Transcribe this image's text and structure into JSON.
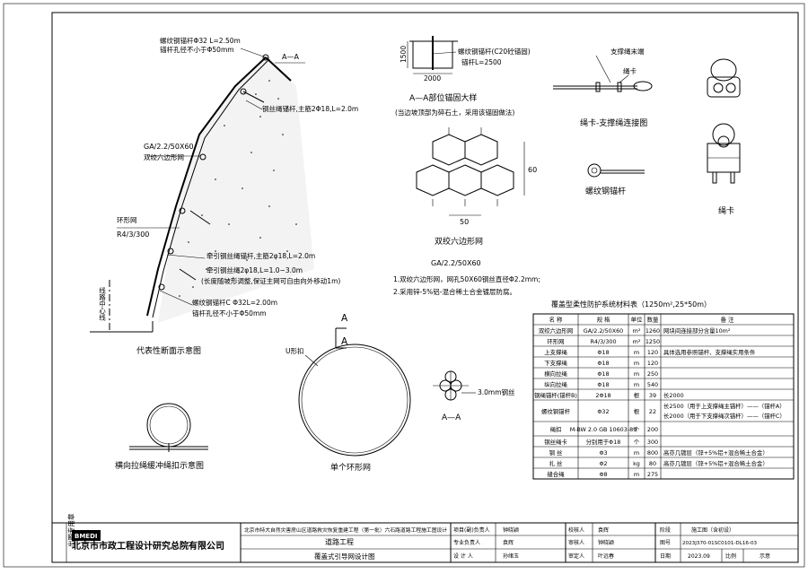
{
  "section": {
    "title": "代表性断面示意图",
    "anchor_top": "螺纹钢锚杆Φ32 L=2.50m",
    "anchor_top_hole": "锚杆孔径不小于Φ50mm",
    "aa_mark": "A—A",
    "rope_anchor": "钢丝绳锚杆,主筋2Φ18,L=2.0m",
    "net_spec": "GA/2.2/50X60",
    "net_name": "双绞六边形网",
    "ring_label": "环形网",
    "ring_spec": "R4/3/300",
    "pull_anchor1": "牵引钢丝绳锚杆,主筋2φ18,L=2.0m",
    "pull_anchor2": "牵引钢丝绳2φ18,L=1.0~3.0m",
    "pull_note": "(长度随坡形调整,保证主网可自由向外移动1m)",
    "anchor_c": "螺纹钢锚杆C Φ32L=2.00m",
    "anchor_c_hole": "锚杆孔径不小于Φ50mm",
    "road_center": "线路中心线"
  },
  "buffer": {
    "title": "横向拉绳缓冲绳扣示意图"
  },
  "ring": {
    "title": "单个环形网",
    "u_clip": "U形扣",
    "mark": "A",
    "aa": "A—A",
    "wire": "3.0mm钢丝"
  },
  "aa_detail": {
    "title": "A—A部位锚固大样",
    "note": "(当边坡顶部为碎石土，采用该锚固做法)",
    "dim_h": "1500",
    "dim_w": "2000",
    "label1": "螺纹钢锚杆(C20砼锚固)",
    "label2": "锚杆L=2500"
  },
  "hex": {
    "title": "双绞六边形网",
    "spec": "GA/2.2/50X60",
    "dim_w": "50",
    "dim_h": "60",
    "note1": "1.双绞六边形网，网孔50X60钢丝直径Φ2.2mm;",
    "note2": "2.采用锌-5%铝-混合稀土合金镀层防腐。"
  },
  "clamp": {
    "title": "绳卡-支撑绳连接图",
    "end": "支撑绳末端",
    "clip": "绳卡",
    "eye_bolt": "螺纹钢锚杆",
    "clamp_title": "绳卡"
  },
  "materials": {
    "title": "覆盖型柔性防护系统材料表（1250m²,25*50m）",
    "headers": [
      "名 称",
      "规 格",
      "单位",
      "数量",
      "备 注"
    ],
    "rows": [
      [
        "双绞六边形网",
        "GA/2.2/50X60",
        "m²",
        "1260",
        "网块间连接部分含量10m²"
      ],
      [
        "环形网",
        "R4/3/300",
        "m²",
        "1250",
        ""
      ],
      [
        "上支撑绳",
        "Φ18",
        "m",
        "120",
        "具体选用参照锚杆、支撑绳实用条件"
      ],
      [
        "下支撑绳",
        "Φ18",
        "m",
        "120",
        ""
      ],
      [
        "横向拉绳",
        "Φ18",
        "m",
        "250",
        ""
      ],
      [
        "纵向拉绳",
        "Φ18",
        "m",
        "540",
        ""
      ],
      [
        "钢绳锚杆(锚杆B)",
        "2Φ18",
        "根",
        "39",
        "长2000"
      ],
      [
        "螺纹钢锚杆",
        "Φ32",
        "根",
        "22",
        "长2500（用于上支撑绳主锚杆）——（锚杆A）|长2000（用于下支撑绳次锚杆）——（锚杆C）"
      ],
      [
        "绳扣",
        "M-BW 2.0 GB 10603-89",
        "个",
        "200",
        ""
      ],
      [
        "钢丝绳卡",
        "分别用于Φ18",
        "个",
        "300",
        ""
      ],
      [
        "钢 丝",
        "Φ3",
        "m",
        "800",
        "高亦几镀层（锌+5%铝+混合稀土合金）"
      ],
      [
        "扎 丝",
        "Φ2",
        "kg",
        "80",
        "高亦几镀层（锌+5%铝+混合稀土合金）"
      ],
      [
        "缝合绳",
        "Φ8",
        "m",
        "275",
        ""
      ]
    ]
  },
  "titleblock": {
    "company": "北京市市政工程设计研究总院有限公司",
    "logo": "BMEDI",
    "project": "北京市特大自然灾害房山区道路救灾恢复重建工程（第一批）六石路道路工程施工图设计",
    "discipline": "道路工程",
    "drawing": "覆盖式引导网设计图",
    "roles": [
      [
        "项目(副)负责人",
        "钟晓颖",
        "校核人",
        "袁辉"
      ],
      [
        "专业负责人",
        "袁辉",
        "审核人",
        "钟晓颖"
      ],
      [
        "设 计 人",
        "孙绪玉",
        "审定人",
        "叶远春"
      ]
    ],
    "stage_label": "阶段",
    "stage": "施工图（含初设）",
    "drawing_no_label": "图号",
    "drawing_no": "2023J370-01SC0101-DL16-03",
    "date_label": "日期",
    "date": "2023.09",
    "scale_label": "比例",
    "scale": "示意",
    "side_stamp": "出图专用章"
  }
}
